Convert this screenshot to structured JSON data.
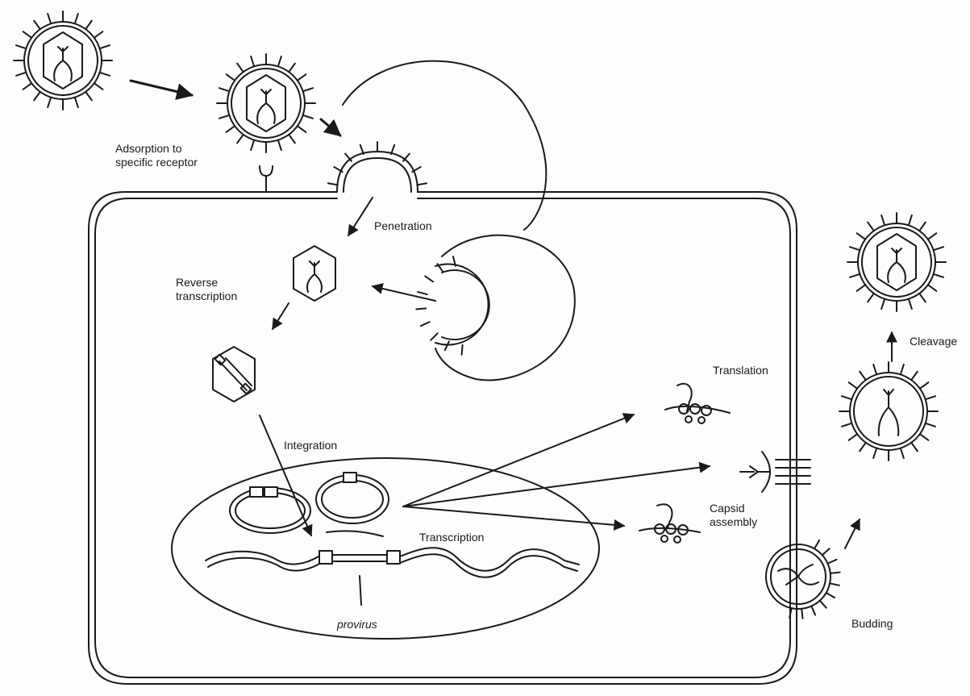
{
  "labels": {
    "adsorption": [
      "Adsorption to",
      "specific receptor"
    ],
    "penetration": "Penetration",
    "reverse_transcription": [
      "Reverse",
      "transcription"
    ],
    "integration": "Integration",
    "transcription": "Transcription",
    "provirus": "provirus",
    "translation": "Translation",
    "capsid_assembly": [
      "Capsid",
      "assembly"
    ],
    "budding": "Budding",
    "cleavage": "Cleavage"
  },
  "colors": {
    "ink": "#1a1a1a",
    "paper": "#fdfdfb"
  }
}
